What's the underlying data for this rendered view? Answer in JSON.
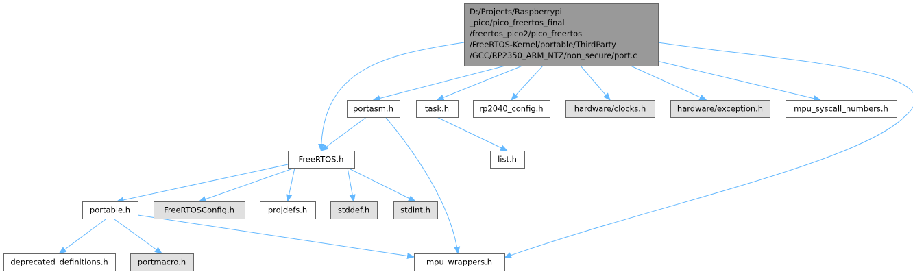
{
  "graph": {
    "colors": {
      "root_fill": "#999999",
      "node_fill": "#ffffff",
      "external_fill": "#e0e0e0",
      "border": "#666666",
      "edge": "#63b8ff"
    },
    "nodes": [
      {
        "id": "root",
        "style": "root",
        "lines": [
          "D:/Projects/Raspberrypi",
          "_pico/pico_freertos_final",
          "/freertos_pico2/pico_freertos",
          "/FreeRTOS-Kernel/portable/ThirdParty",
          "/GCC/RP2350_ARM_NTZ/non_secure/port.c"
        ]
      },
      {
        "id": "portasm",
        "style": "node",
        "lines": [
          "portasm.h"
        ]
      },
      {
        "id": "task",
        "style": "node",
        "lines": [
          "task.h"
        ]
      },
      {
        "id": "rp2040_config",
        "style": "node",
        "lines": [
          "rp2040_config.h"
        ]
      },
      {
        "id": "hw_clocks",
        "style": "external",
        "lines": [
          "hardware/clocks.h"
        ]
      },
      {
        "id": "hw_exception",
        "style": "external",
        "lines": [
          "hardware/exception.h"
        ]
      },
      {
        "id": "mpu_syscall",
        "style": "node",
        "lines": [
          "mpu_syscall_numbers.h"
        ]
      },
      {
        "id": "freertos",
        "style": "node",
        "lines": [
          "FreeRTOS.h"
        ]
      },
      {
        "id": "list",
        "style": "node",
        "lines": [
          "list.h"
        ]
      },
      {
        "id": "portable",
        "style": "node",
        "lines": [
          "portable.h"
        ]
      },
      {
        "id": "freertosconfig",
        "style": "external",
        "lines": [
          "FreeRTOSConfig.h"
        ]
      },
      {
        "id": "projdefs",
        "style": "node",
        "lines": [
          "projdefs.h"
        ]
      },
      {
        "id": "stddef",
        "style": "external",
        "lines": [
          "stddef.h"
        ]
      },
      {
        "id": "stdint",
        "style": "external",
        "lines": [
          "stdint.h"
        ]
      },
      {
        "id": "deprecated",
        "style": "node",
        "lines": [
          "deprecated_definitions.h"
        ]
      },
      {
        "id": "portmacro",
        "style": "external",
        "lines": [
          "portmacro.h"
        ]
      },
      {
        "id": "mpu_wrappers",
        "style": "node",
        "lines": [
          "mpu_wrappers.h"
        ]
      }
    ],
    "edges": [
      {
        "from": "root",
        "to": "portasm"
      },
      {
        "from": "root",
        "to": "task"
      },
      {
        "from": "root",
        "to": "rp2040_config"
      },
      {
        "from": "root",
        "to": "hw_clocks"
      },
      {
        "from": "root",
        "to": "hw_exception"
      },
      {
        "from": "root",
        "to": "mpu_syscall"
      },
      {
        "from": "root",
        "to": "freertos"
      },
      {
        "from": "root",
        "to": "mpu_wrappers"
      },
      {
        "from": "portasm",
        "to": "freertos"
      },
      {
        "from": "portasm",
        "to": "mpu_wrappers"
      },
      {
        "from": "task",
        "to": "list"
      },
      {
        "from": "freertos",
        "to": "portable"
      },
      {
        "from": "freertos",
        "to": "freertosconfig"
      },
      {
        "from": "freertos",
        "to": "projdefs"
      },
      {
        "from": "freertos",
        "to": "stddef"
      },
      {
        "from": "freertos",
        "to": "stdint"
      },
      {
        "from": "portable",
        "to": "deprecated"
      },
      {
        "from": "portable",
        "to": "portmacro"
      },
      {
        "from": "portable",
        "to": "mpu_wrappers"
      }
    ]
  }
}
